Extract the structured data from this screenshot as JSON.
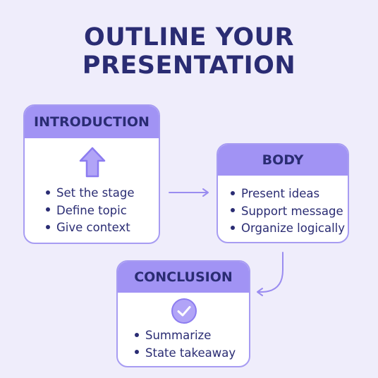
{
  "title": {
    "line1": "OUTLINE YOUR",
    "line2": "PRESENTATION"
  },
  "cards": {
    "introduction": {
      "heading": "INTRODUCTION",
      "icon": "arrow-up-icon",
      "bullets": [
        "Set the stage",
        "Define topic",
        "Give context"
      ]
    },
    "body": {
      "heading": "BODY",
      "bullets": [
        "Present ideas",
        "Support message",
        "Organize logically"
      ]
    },
    "conclusion": {
      "heading": "CONCLUSION",
      "icon": "checkmark-circle-icon",
      "bullets": [
        "Summarize",
        "State takeaway"
      ]
    }
  },
  "colors": {
    "background": "#efedfb",
    "header": "#a193f4",
    "border": "#a79cf2",
    "text": "#2a2c73",
    "icon": "#a898f5"
  }
}
